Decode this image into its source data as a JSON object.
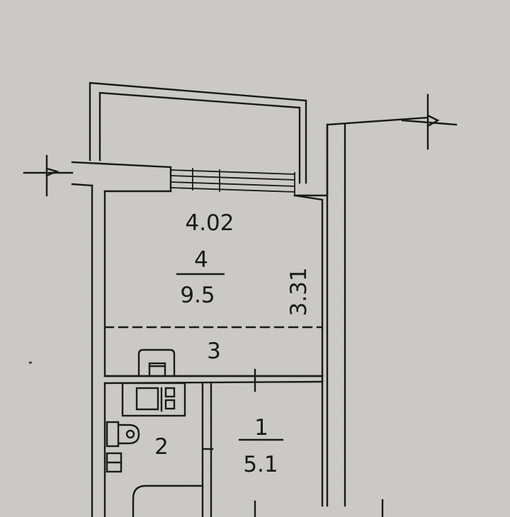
{
  "plan": {
    "room_main": {
      "width_dim": "4.02",
      "length_dim": "3.31",
      "number": "4",
      "area": "9.5"
    },
    "kitchen_zone": {
      "number": "3"
    },
    "bathroom": {
      "number": "2"
    },
    "hall": {
      "number": "1",
      "area": "5.1"
    }
  },
  "colors": {
    "paper": "#cfcdc9",
    "ink": "#1a1a1a"
  }
}
